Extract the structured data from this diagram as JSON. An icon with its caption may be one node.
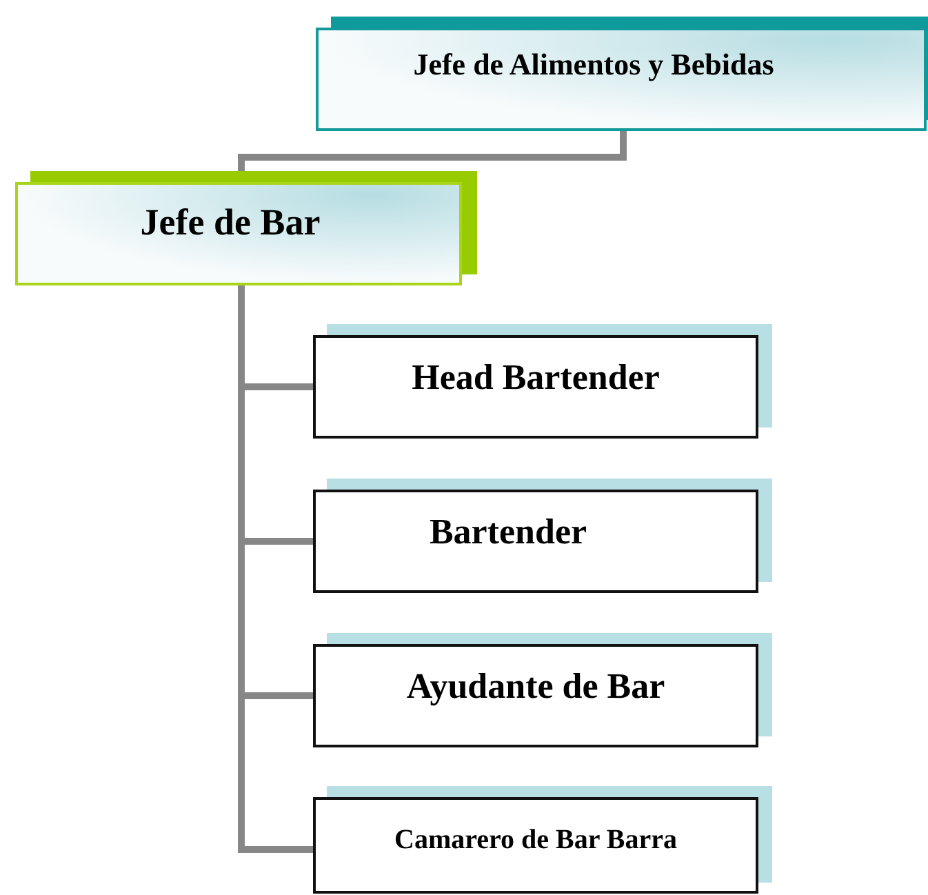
{
  "diagram": {
    "nodes": [
      {
        "text": [
          "Jefe de Alimentos y Bebidas"
        ]
      },
      {
        "text": [
          "Jefe de Bar"
        ]
      },
      {
        "text": [
          "Head Bartender"
        ]
      },
      {
        "text": [
          "Bartender"
        ]
      },
      {
        "text": [
          "Ayudante de Bar"
        ]
      },
      {
        "text": [
          "Camarero de Bar Barra"
        ]
      }
    ],
    "edges": [
      {
        "from": 0,
        "to": 1,
        "arrow": "none"
      },
      {
        "from": 1,
        "to": 2,
        "arrow": "none"
      },
      {
        "from": 1,
        "to": 3,
        "arrow": "none"
      },
      {
        "from": 1,
        "to": 4,
        "arrow": "none"
      },
      {
        "from": 1,
        "to": 5,
        "arrow": "none"
      }
    ]
  }
}
